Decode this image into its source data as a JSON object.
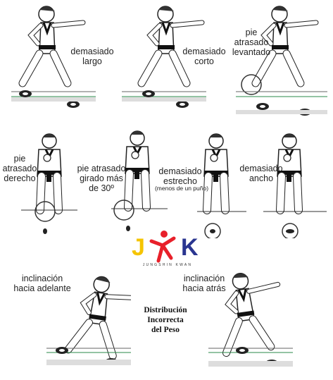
{
  "labels": {
    "too_long": "demasiado\nlargo",
    "too_short": "demasiado\ncorto",
    "rear_foot_raised": "pie\natrasado\nlevantado",
    "rear_foot_straight": "pie\natrasado\nderecho",
    "rear_foot_turned": "pie atrasado\ngirado más\nde 30º",
    "too_narrow": "demasiado\nestrecho",
    "too_narrow_note": "(menos de un puño)",
    "too_wide": "demasiado\nancho",
    "lean_forward": "inclinación\nhacia adelante",
    "lean_back": "inclinación\nhacia atrás",
    "center_title": "Distribución\nIncorrecta\ndel Peso"
  },
  "logo": {
    "letters": [
      "J",
      "K"
    ],
    "subtitle": "JUNGSHIN KWAN",
    "colors": {
      "j": "#f5c400",
      "figure": "#e8202a",
      "k": "#2a3590"
    }
  },
  "icons": [
    "karate-figure-icon",
    "footprint-icon",
    "magnifier-circle-icon",
    "jsk-logo-icon"
  ]
}
